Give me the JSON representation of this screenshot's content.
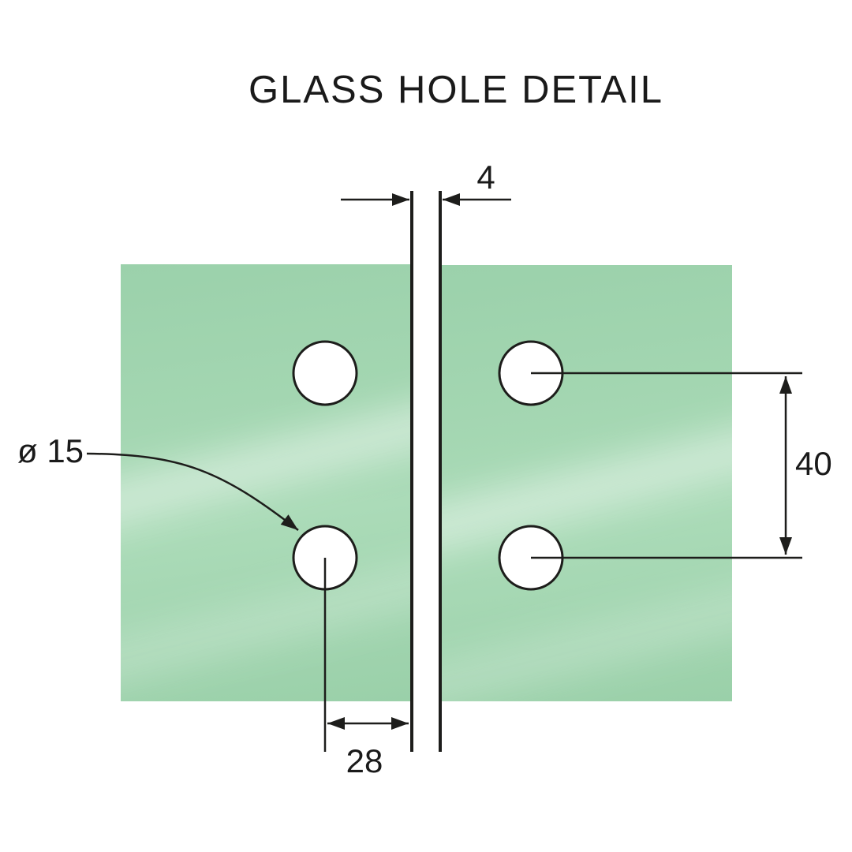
{
  "title": "GLASS HOLE DETAIL",
  "labels": {
    "glass_gap": "4",
    "hole_diameter": "ø 15",
    "hole_vertical_spacing": "40",
    "hole_edge_distance": "28"
  },
  "diagram": {
    "description": "Section detail of two glass panels with two mounting holes each",
    "panels": 2,
    "holes_per_panel": 2,
    "gap_between_panels_mm": 4,
    "hole_diameter_mm": 15,
    "hole_vertical_spacing_mm": 40,
    "hole_center_to_edge_mm": 28
  },
  "colors": {
    "background": "#ffffff",
    "glass": "#a3d6b1",
    "glass_highlight": "#cde9d6",
    "line": "#1d1d1b",
    "text": "#1a1a1a"
  }
}
